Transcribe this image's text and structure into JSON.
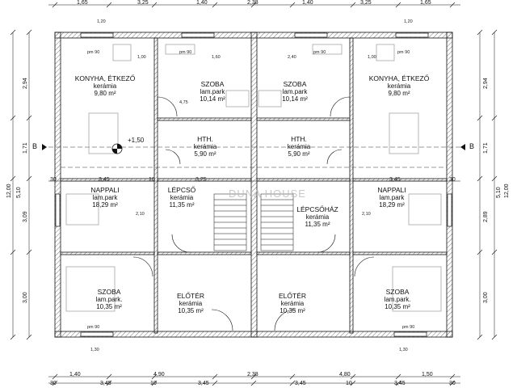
{
  "rooms": {
    "kitchen_left": {
      "name": "KONYHA, ÉTKEZŐ",
      "floor": "kerámia",
      "area": "9,80 m²"
    },
    "bed_top_left": {
      "name": "SZOBA",
      "floor": "lam.park",
      "area": "10,14 m²"
    },
    "bed_top_right": {
      "name": "SZOBA",
      "floor": "lam.park",
      "area": "10,14 m²"
    },
    "kitchen_right": {
      "name": "KONYHA, ÉTKEZŐ",
      "floor": "kerámia",
      "area": "9,80 m²"
    },
    "bath_left": {
      "name": "HTH.",
      "floor": "kerámia",
      "area": "5,90 m²"
    },
    "bath_right": {
      "name": "HTH.",
      "floor": "kerámia",
      "area": "5,90 m²"
    },
    "living_left": {
      "name": "NAPPALI",
      "floor": "lam.park",
      "area": "18,29 m²"
    },
    "stair_left": {
      "name": "LÉPCSŐ",
      "floor": "kerámia",
      "area": "11,35 m²"
    },
    "stair_right": {
      "name": "LÉPCSŐHÁZ",
      "floor": "kerámia",
      "area": "11,35 m²"
    },
    "living_right": {
      "name": "NAPPALI",
      "floor": "lam.park",
      "area": "18,29 m²"
    },
    "bed_bot_left": {
      "name": "SZOBA",
      "floor": "lam.park.",
      "area": "10,35 m²"
    },
    "hall_left": {
      "name": "ELŐTÉR",
      "floor": "kerámia",
      "area": "10,35 m²"
    },
    "hall_right": {
      "name": "ELŐTÉR",
      "floor": "kerámia",
      "area": "10,35 m²"
    },
    "bed_bot_right": {
      "name": "SZOBA",
      "floor": "lam.park.",
      "area": "10,35 m²"
    }
  },
  "dims_top": [
    "1,65",
    "3,25",
    "1,40",
    "2,38",
    "1,40",
    "3,25",
    "1,65"
  ],
  "dims_bottom_1": [
    "1,40",
    "4,90",
    "2,38",
    "4,80",
    "1,50"
  ],
  "dims_bottom_2": [
    "30",
    "3,45",
    "10",
    "3,45",
    "3,45",
    "10",
    "3,45",
    "30"
  ],
  "dims_mid": [
    "30",
    "3,45",
    "10",
    "3,25",
    "3,45",
    "30"
  ],
  "dims_left": [
    "2,94",
    "1,71",
    "3,09",
    "3,00",
    "12,00",
    "5,10"
  ],
  "dims_right": [
    "2,94",
    "1,71",
    "2,89",
    "3,00",
    "12,00",
    "5,10"
  ],
  "small_marks": [
    "1,20",
    "1,30",
    "1,60",
    "2,40",
    "2,10",
    "1,00",
    "4,75",
    "pm 90"
  ],
  "elevation": "+1,50",
  "section_marks": [
    "B",
    "B"
  ],
  "watermark": "DUNA HOUSE",
  "colors": {
    "line": "#111111",
    "wall_hatch": "#888888",
    "furniture": "#9a9a9a"
  }
}
